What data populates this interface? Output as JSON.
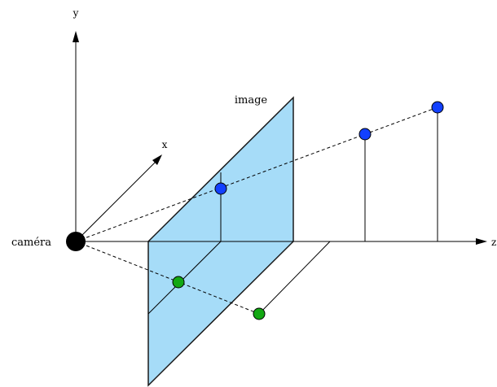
{
  "labels": {
    "y_axis": "y",
    "x_axis": "x",
    "z_axis": "z",
    "camera": "caméra",
    "image_plane": "image"
  },
  "colors": {
    "image_plane_fill": "#a6dcf8",
    "image_plane_stroke": "#1a1a1a",
    "blue_points": "#1240ff",
    "green_points": "#13a813",
    "camera": "#000000",
    "lines": "#000000"
  }
}
